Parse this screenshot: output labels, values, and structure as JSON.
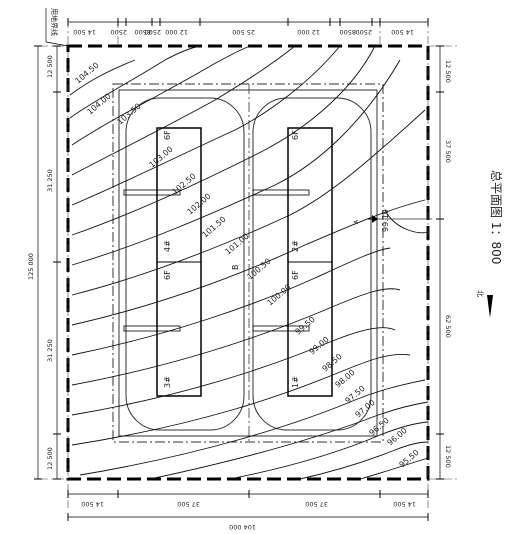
{
  "title": "总平面图 1：800",
  "north_label": "北",
  "boundary_label": "用地界线",
  "top_dims": [
    "14 500",
    "2500",
    "8500",
    "2500",
    "12 000",
    "25 500",
    "12 000",
    "2500",
    "8500",
    "14 500"
  ],
  "bottom_dims": [
    "14 500",
    "37 500",
    "37 500",
    "14 500"
  ],
  "bottom_total": "104 000",
  "left_dims": [
    "12 500",
    "31 250",
    "31 250",
    "12 500"
  ],
  "left_total": "125 000",
  "right_dims": [
    "12 500",
    "37 500",
    "62 500",
    "12 500"
  ],
  "contours": [
    "104.50",
    "104.00",
    "103.50",
    "103.00",
    "102.50",
    "102.00",
    "101.50",
    "101.00",
    "100.50",
    "100.00",
    "99.50",
    "99.00",
    "98.50",
    "98.00",
    "97.50",
    "97.00",
    "96.50",
    "96.00",
    "95.50"
  ],
  "spot_elevation": "99.10",
  "buildings": [
    {
      "floors_top": "6F",
      "floors_mid": "6F",
      "id_mid": "4#",
      "id_bottom": "3#"
    },
    {
      "floors_top": "6F",
      "floors_mid": "6F",
      "id_mid": "2#",
      "id_bottom": "1#"
    }
  ],
  "markers": [
    "B",
    "A"
  ]
}
